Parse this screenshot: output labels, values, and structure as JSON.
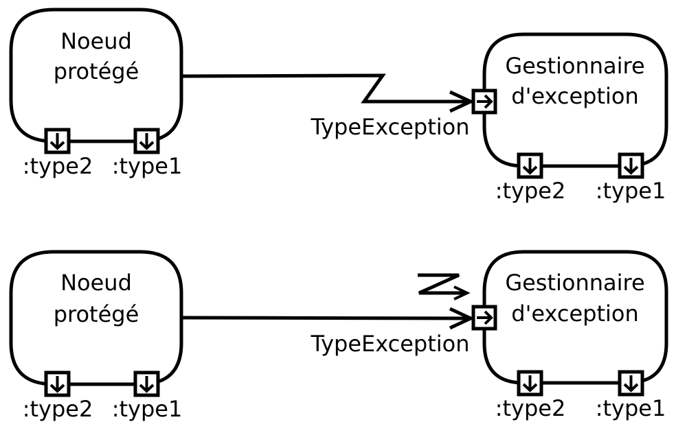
{
  "diagrams": [
    {
      "protected_node": {
        "line1": "Noeud",
        "line2": "protégé",
        "pin_left": ":type2",
        "pin_right": ":type1"
      },
      "handler": {
        "line1": "Gestionnaire",
        "line2": "d'exception",
        "pin_left": ":type2",
        "pin_right": ":type1"
      },
      "edge": {
        "label": "TypeException",
        "style": "exception-interrupt"
      }
    },
    {
      "protected_node": {
        "line1": "Noeud",
        "line2": "protégé",
        "pin_left": ":type2",
        "pin_right": ":type1"
      },
      "handler": {
        "line1": "Gestionnaire",
        "line2": "d'exception",
        "pin_left": ":type2",
        "pin_right": ":type1"
      },
      "edge": {
        "label": "TypeException",
        "style": "straight-with-interrupt-symbol"
      }
    }
  ]
}
